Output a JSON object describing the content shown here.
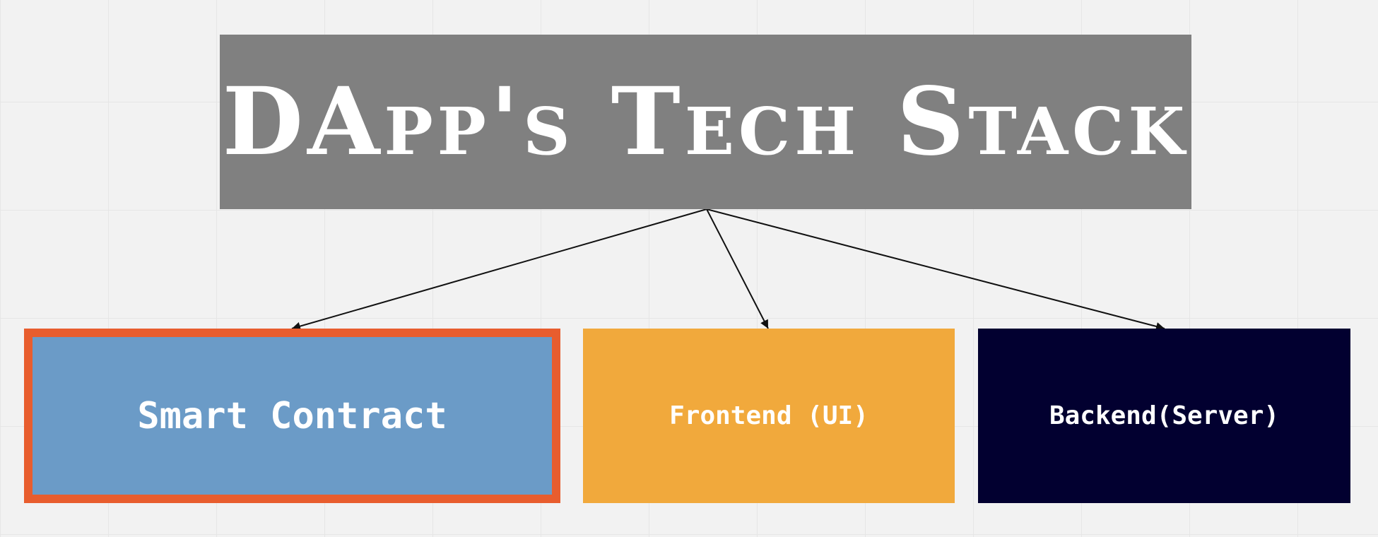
{
  "diagram": {
    "title": "DApp's Tech Stack",
    "nodes": [
      {
        "id": "smart-contract",
        "label": "Smart Contract"
      },
      {
        "id": "frontend",
        "label": "Frontend (UI)"
      },
      {
        "id": "backend",
        "label": "Backend(Server)"
      }
    ],
    "edges": [
      {
        "from": "title",
        "to": "smart-contract"
      },
      {
        "from": "title",
        "to": "frontend"
      },
      {
        "from": "title",
        "to": "backend"
      }
    ],
    "colors": {
      "title_box": "#808080",
      "smart_contract_fill": "#6b9bc7",
      "smart_contract_border": "#e85d2e",
      "frontend_fill": "#f1a93c",
      "backend_fill": "#020030",
      "text": "#ffffff",
      "edge": "#111111"
    }
  }
}
